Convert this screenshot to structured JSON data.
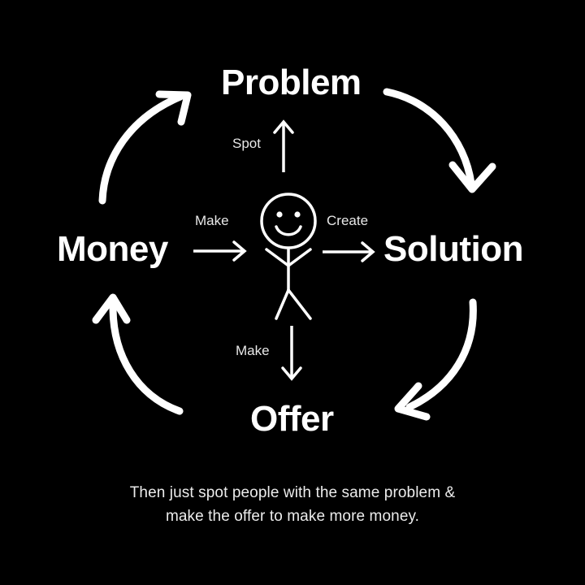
{
  "diagram": {
    "title": "Problem Solution Offer Money Cycle",
    "background_color": "#000000",
    "stroke_color": "#ffffff",
    "nodes": [
      {
        "id": "problem",
        "label": "Problem"
      },
      {
        "id": "solution",
        "label": "Solution"
      },
      {
        "id": "offer",
        "label": "Offer"
      },
      {
        "id": "money",
        "label": "Money"
      }
    ],
    "center_figure": {
      "name": "smiling-stick-figure",
      "description": "stick figure with smiling face"
    },
    "edge_labels": [
      {
        "id": "spot",
        "label": "Spot",
        "direction": "up",
        "from": "center",
        "to": "problem"
      },
      {
        "id": "create",
        "label": "Create",
        "direction": "right",
        "from": "center",
        "to": "solution"
      },
      {
        "id": "make-offer",
        "label": "Make",
        "direction": "down",
        "from": "center",
        "to": "offer"
      },
      {
        "id": "make-money",
        "label": "Make",
        "direction": "right",
        "from": "money",
        "to": "center"
      }
    ],
    "cycle_arrows": [
      {
        "id": "money-to-problem",
        "from": "money",
        "to": "problem",
        "shape": "curve-up-right"
      },
      {
        "id": "problem-to-solution",
        "from": "problem",
        "to": "solution",
        "shape": "curve-down-right"
      },
      {
        "id": "solution-to-offer",
        "from": "solution",
        "to": "offer",
        "shape": "curve-down-left"
      },
      {
        "id": "offer-to-money",
        "from": "offer",
        "to": "money",
        "shape": "curve-up-left"
      }
    ],
    "caption": {
      "line1": "Then just spot people with the same problem &",
      "line2": "make the offer to make more money."
    }
  }
}
